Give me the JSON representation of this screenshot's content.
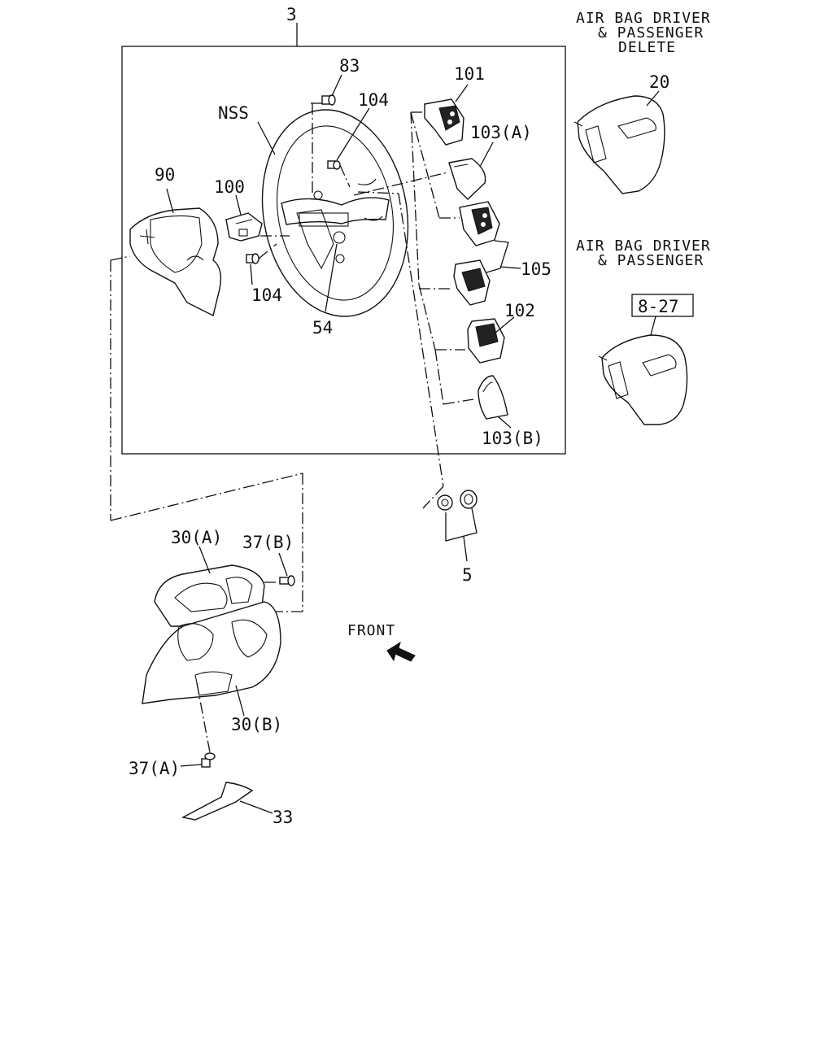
{
  "diagram": {
    "labels": {
      "l3": "3",
      "l83": "83",
      "l104a": "104",
      "l101": "101",
      "lNSS": "NSS",
      "l103a": "103(A)",
      "l90": "90",
      "l100": "100",
      "l105": "105",
      "l104b": "104",
      "l54": "54",
      "l102": "102",
      "l103b": "103(B)",
      "l20": "20",
      "l827": "8-27",
      "l5": "5",
      "l30a": "30(A)",
      "l37b": "37(B)",
      "lFront": "FRONT",
      "l30b": "30(B)",
      "l37a": "37(A)",
      "l33": "33"
    },
    "notes": {
      "delete_line1": "AIR BAG DRIVER",
      "delete_line2": "& PASSENGER",
      "delete_line3": "DELETE",
      "airbag_line1": "AIR BAG DRIVER",
      "airbag_line2": "& PASSENGER"
    }
  }
}
